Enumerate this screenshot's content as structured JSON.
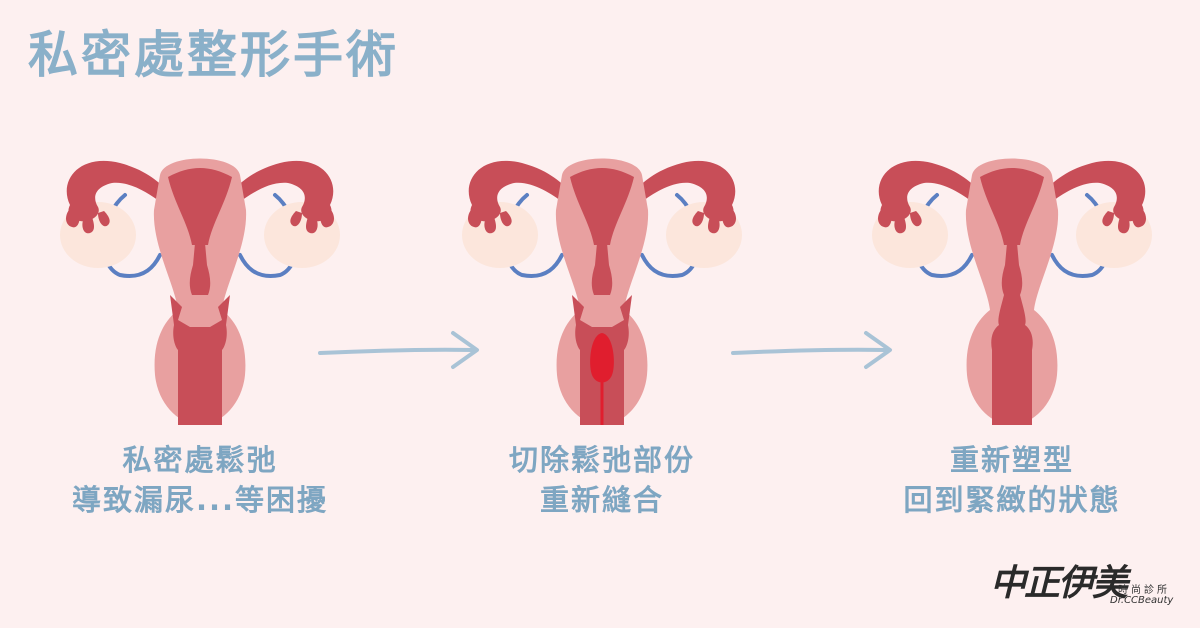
{
  "title": "私密處整形手術",
  "steps": [
    {
      "caption_line1": "私密處鬆弛",
      "caption_line2": "導致漏尿...等困擾"
    },
    {
      "caption_line1": "切除鬆弛部份",
      "caption_line2": "重新縫合"
    },
    {
      "caption_line1": "重新塑型",
      "caption_line2": "回到緊緻的狀態"
    }
  ],
  "logo": {
    "name": "中正伊美",
    "subtitle": "時尚診所",
    "english": "Dr.CCBeauty"
  },
  "colors": {
    "background": "#fdf0f0",
    "title": "#8ab0c9",
    "organ_light": "#e8a0a0",
    "organ_dark": "#c84e58",
    "tube_blue": "#5b7fc2",
    "ovary": "#fce6dc",
    "incision": "#e01e2e",
    "arrow": "#a9c3d6"
  }
}
